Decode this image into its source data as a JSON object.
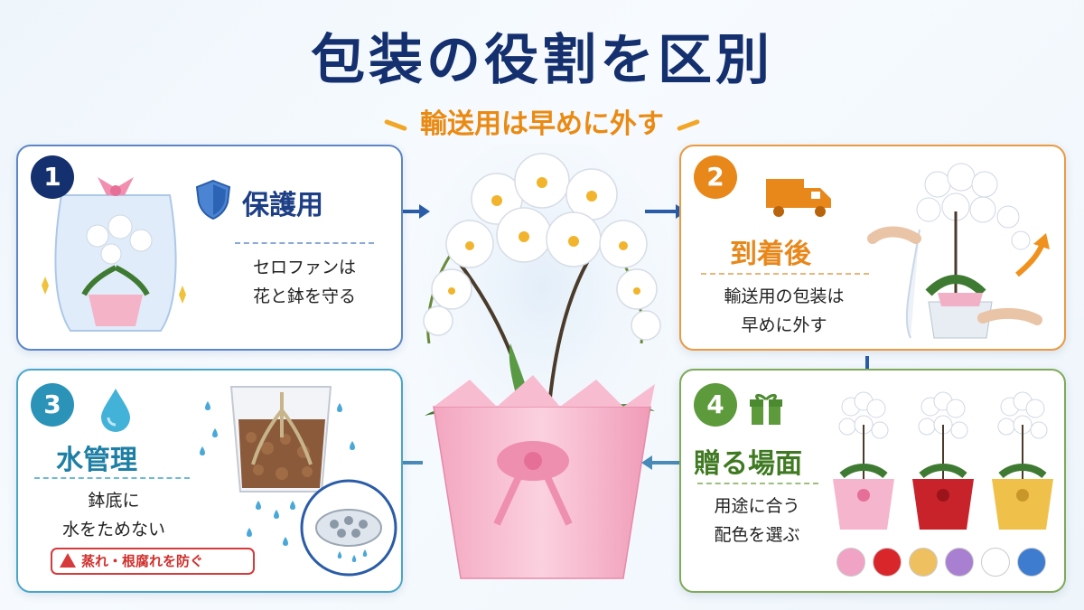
{
  "header": {
    "title": "包装の役割を区別",
    "subtitle": "輸送用は早めに外す"
  },
  "cards": [
    {
      "number": "1",
      "heading": "保護用",
      "lines": [
        "セロファンは",
        "花と鉢を守る"
      ],
      "accent": "#2a5ca8"
    },
    {
      "number": "2",
      "heading": "到着後",
      "lines": [
        "輸送用の包装は",
        "早めに外す"
      ],
      "accent": "#e8871a"
    },
    {
      "number": "3",
      "heading": "水管理",
      "lines": [
        "鉢底に",
        "水をためない"
      ],
      "accent": "#2b93b8",
      "warning": "蒸れ・根腐れを防ぐ"
    },
    {
      "number": "4",
      "heading": "贈る場面",
      "lines": [
        "用途に合う",
        "配色を選ぶ"
      ],
      "accent": "#5d9a3c"
    }
  ],
  "color_swatches": [
    "#f0a3c4",
    "#d9262b",
    "#eec060",
    "#a97fd1",
    "#ffffff",
    "#3e7cd0"
  ],
  "icons": [
    "shield-icon",
    "delivery-truck-icon",
    "water-drop-icon",
    "gift-icon",
    "warning-icon"
  ]
}
